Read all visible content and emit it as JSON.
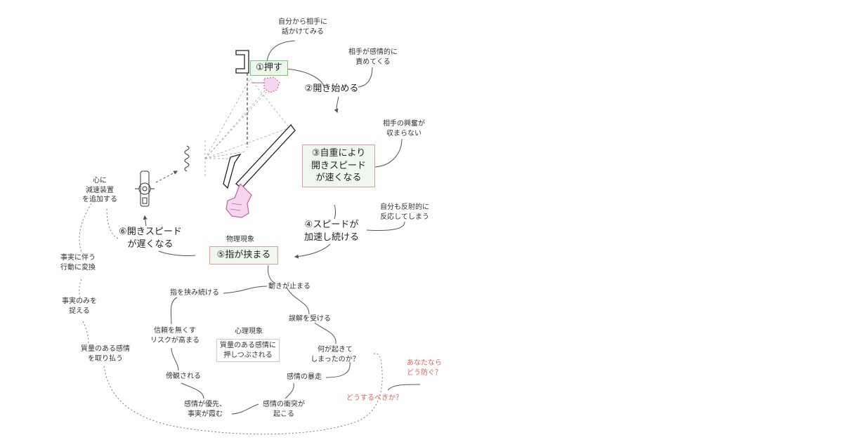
{
  "nodes": {
    "n1": "①押す",
    "n2": "②開き始める",
    "n3": "③自重により\n開きスピード\nが速くなる",
    "n4": "④スピードが\n加速し続ける",
    "n5": "⑤指が挟まる",
    "n6": "⑥開きスピード\nが遅くなる",
    "physical": "物理現象",
    "psych": "心理現象",
    "psych_box": "質量のある感情に\n押しつぶされる"
  },
  "notes": {
    "a1": "自分から相手に\n話かけてみる",
    "a2": "相手が感情的に\n責めてくる",
    "a3": "相手の興奮が\n収まらない",
    "a4": "自分も反射的に\n反応してしまう",
    "brake": "心に\n減速装置\nを追加する",
    "act": "事実に伴う\n行動に変換",
    "facts": "事実のみを\n捉える",
    "brush": "質量のある感情\nを取り払う"
  },
  "tree": {
    "stop": "動きが止まる",
    "pinch": "指を挟み続ける",
    "misunderstand": "誤解を受ける",
    "what": "何が起きて\nしまったのか？",
    "runaway": "感情の暴走",
    "trust": "信頼を無くす\nリスクが高まる",
    "watch": "傍観される",
    "priority": "感情が優先、\n事実が霞む",
    "clash": "感情の衝突が\n起こる"
  },
  "questions": {
    "q1": "あなたなら\nどう防ぐ？",
    "q2": "どうするべきか？"
  },
  "colors": {
    "green_box": "#eaf7ea",
    "pink_border": "#e99a9a",
    "red_text": "#e8625a"
  }
}
